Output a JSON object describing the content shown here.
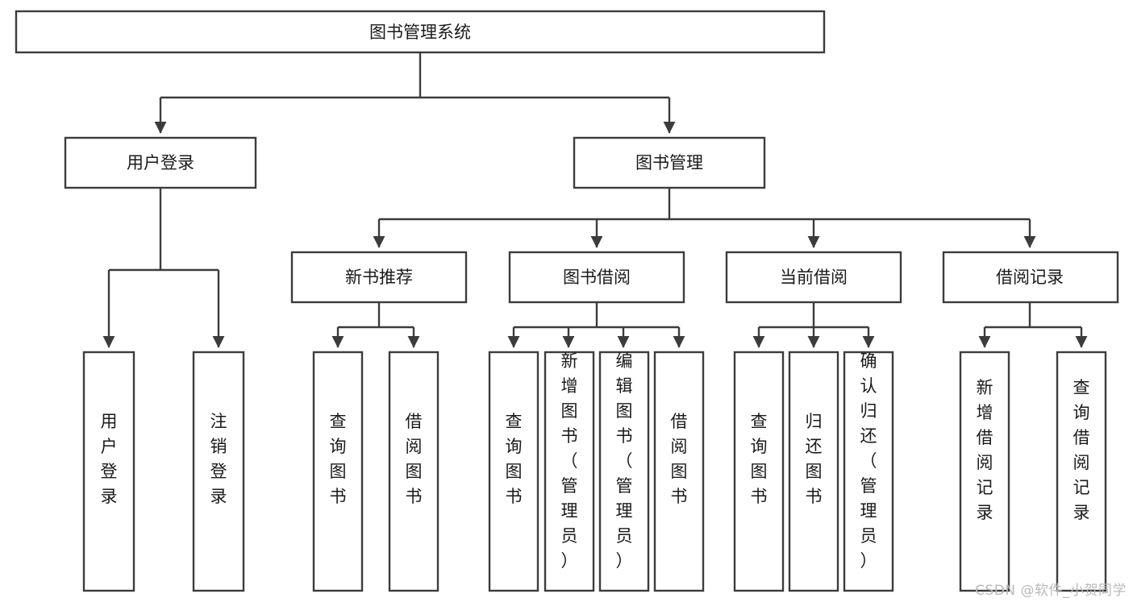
{
  "diagram": {
    "type": "tree-hierarchy",
    "title": "图书管理系统",
    "orientation": "top-down",
    "colors": {
      "stroke": "#3c3c3c",
      "fill": "#ffffff",
      "text": "#1a1a1a",
      "watermark": "#b9b9b9"
    },
    "levels": [
      {
        "level": 1,
        "nodes": [
          {
            "id": "root",
            "label": "图书管理系统",
            "text_orientation": "horizontal"
          }
        ]
      },
      {
        "level": 2,
        "nodes": [
          {
            "id": "user-login",
            "label": "用户登录",
            "text_orientation": "horizontal",
            "parent": "root"
          },
          {
            "id": "book-manage",
            "label": "图书管理",
            "text_orientation": "horizontal",
            "parent": "root"
          }
        ]
      },
      {
        "level": 3,
        "nodes": [
          {
            "id": "new-book-rec",
            "label": "新书推荐",
            "text_orientation": "horizontal",
            "parent": "book-manage"
          },
          {
            "id": "book-borrow",
            "label": "图书借阅",
            "text_orientation": "horizontal",
            "parent": "book-manage"
          },
          {
            "id": "current-borrow",
            "label": "当前借阅",
            "text_orientation": "horizontal",
            "parent": "book-manage"
          },
          {
            "id": "borrow-record",
            "label": "借阅记录",
            "text_orientation": "horizontal",
            "parent": "book-manage"
          }
        ]
      },
      {
        "level": 4,
        "nodes": [
          {
            "id": "leaf-user-login",
            "label": "用户登录",
            "text_orientation": "vertical",
            "parent": "user-login"
          },
          {
            "id": "leaf-logout",
            "label": "注销登录",
            "text_orientation": "vertical",
            "parent": "user-login"
          },
          {
            "id": "leaf-query-book-1",
            "label": "查询图书",
            "text_orientation": "vertical",
            "parent": "new-book-rec"
          },
          {
            "id": "leaf-borrow-book-1",
            "label": "借阅图书",
            "text_orientation": "vertical",
            "parent": "new-book-rec"
          },
          {
            "id": "leaf-query-book-2",
            "label": "查询图书",
            "text_orientation": "vertical",
            "parent": "book-borrow"
          },
          {
            "id": "leaf-add-book",
            "label": "新增图书（管理员）",
            "text_orientation": "vertical",
            "parent": "book-borrow"
          },
          {
            "id": "leaf-edit-book",
            "label": "编辑图书（管理员）",
            "text_orientation": "vertical",
            "parent": "book-borrow"
          },
          {
            "id": "leaf-borrow-book-2",
            "label": "借阅图书",
            "text_orientation": "vertical",
            "parent": "book-borrow"
          },
          {
            "id": "leaf-query-book-3",
            "label": "查询图书",
            "text_orientation": "vertical",
            "parent": "current-borrow"
          },
          {
            "id": "leaf-return-book",
            "label": "归还图书",
            "text_orientation": "vertical",
            "parent": "current-borrow"
          },
          {
            "id": "leaf-confirm-return",
            "label": "确认归还（管理员）",
            "text_orientation": "vertical",
            "parent": "current-borrow"
          },
          {
            "id": "leaf-add-record",
            "label": "新增借阅记录",
            "text_orientation": "vertical",
            "parent": "borrow-record"
          },
          {
            "id": "leaf-query-record",
            "label": "查询借阅记录",
            "text_orientation": "vertical",
            "parent": "borrow-record"
          }
        ]
      }
    ]
  },
  "watermark": {
    "text": "CSDN @软件_小贺同学"
  }
}
